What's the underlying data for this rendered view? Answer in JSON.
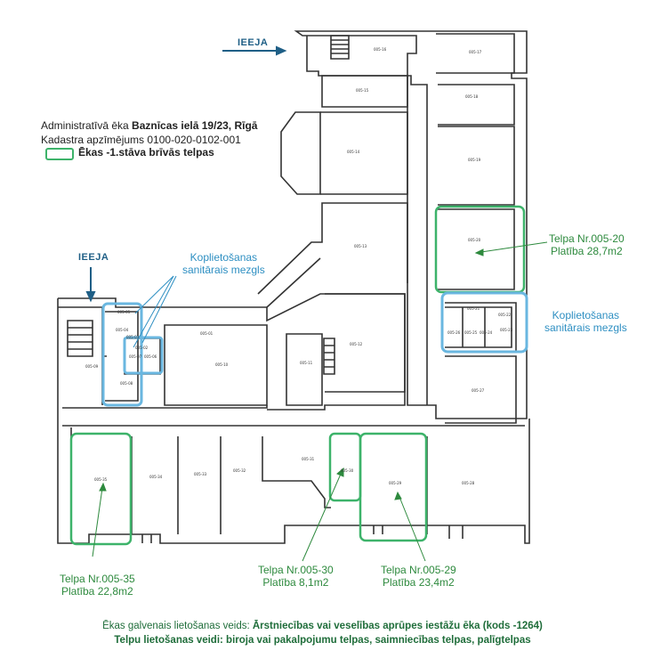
{
  "entrances": {
    "top": "IEEJA",
    "left": "IEEJA"
  },
  "info": {
    "line1_prefix": "Administratīvā ēka ",
    "line1_bold": "Baznīcas ielā 19/23, Rīgā",
    "line2": "Kadastra apzīmējums 0100-020-0102-001",
    "legend_label": "Ēkas -1.stāva brīvās telpas"
  },
  "callouts": {
    "sanitary_left_line1": "Koplietošanas",
    "sanitary_left_line2": "sanitārais mezgls",
    "sanitary_right_line1": "Koplietošanas",
    "sanitary_right_line2": "sanitārais mezgls",
    "room20_line1": "Telpa Nr.005-20",
    "room20_line2": "Platība 28,7m2",
    "room35_line1": "Telpa Nr.005-35",
    "room35_line2": "Platība 22,8m2",
    "room30_line1": "Telpa Nr.005-30",
    "room30_line2": "Platība 8,1m2",
    "room29_line1": "Telpa Nr.005-29",
    "room29_line2": "Platība 23,4m2"
  },
  "footer": {
    "line1_prefix": "Ēkas galvenais lietošanas veids: ",
    "line1_bold": "Ārstniecības vai veselības aprūpes iestāžu ēka (kods -1264)",
    "line2": "Telpu lietošanas veidi: biroja vai pakalpojumu telpas, saimniecības telpas, palīgtelpas"
  },
  "colors": {
    "wall": "#333333",
    "highlight_green": "#3db36a",
    "highlight_blue": "#6ab7e0",
    "arrow_dark": "#1f5f86"
  },
  "room_labels": [
    "005-16",
    "005-17",
    "005-15",
    "005-18",
    "005-14",
    "005-19",
    "005-20",
    "005-13",
    "005-12",
    "005-11",
    "005-10",
    "005-09",
    "005-08",
    "005-07",
    "005-06",
    "005-05",
    "005-04",
    "005-03",
    "005-02",
    "005-01",
    "005-21",
    "005-22",
    "005-23",
    "005-24",
    "005-25",
    "005-26",
    "005-27",
    "005-28",
    "005-29",
    "005-30",
    "005-31",
    "005-32",
    "005-33",
    "005-34",
    "005-35"
  ]
}
